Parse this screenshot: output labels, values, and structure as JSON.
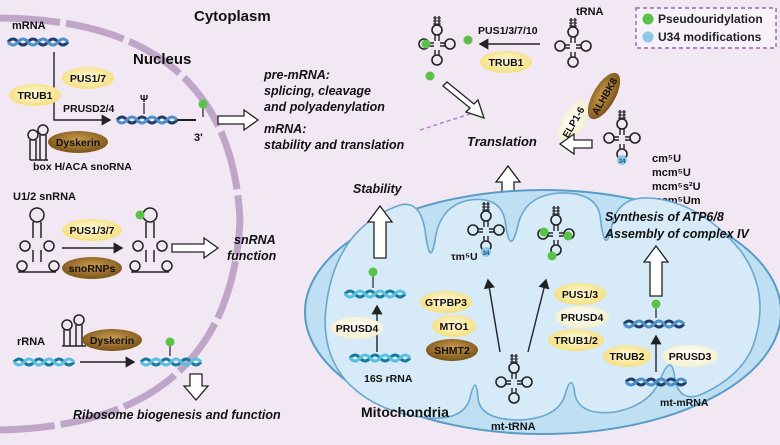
{
  "regions": {
    "cytoplasm": "Cytoplasm",
    "nucleus": "Nucleus",
    "mitochondria": "Mitochondria"
  },
  "legend": {
    "pseudouridylation": "Pseudouridylation",
    "u34": "U34 modifications",
    "pseudo_color": "#5cc247",
    "u34_color": "#8ec8e8"
  },
  "nucleus": {
    "mrna_label": "mRNA",
    "trub1": "TRUB1",
    "pus17": "PUS1/7",
    "prusd24": "PRUSD2/4",
    "psi_symbol": "Ψ",
    "three_prime": "3'",
    "dyskerin1": "Dyskerin",
    "snorna_label": "box H/ACA snoRNA",
    "u12_label": "U1/2 snRNA",
    "pus137": "PUS1/3/7",
    "snornps": "snoRNPs",
    "rrna_label": "rRNA",
    "dyskerin2": "Dyskerin"
  },
  "outcomes": {
    "premrna": [
      "pre-mRNA:",
      "splicing, cleavage",
      "and polyadenylation"
    ],
    "mrna": [
      "mRNA:",
      "stability and translation"
    ],
    "snrna": [
      "snRNA",
      "function"
    ],
    "ribosome": "Ribosome biogenesis and function",
    "translation": "Translation",
    "stability": "Stability",
    "atp": [
      "Synthesis of ATP6/8",
      "Assembly of complex IV"
    ]
  },
  "trna": {
    "label": "tRNA",
    "pus13710": "PUS1/3/7/10",
    "trub1": "TRUB1",
    "elp": "ELP1-6",
    "alkbh8": "ALHBK8",
    "mods": [
      "cm⁵U",
      "mcm⁵U",
      "mcm⁵s²U",
      "mcm⁵Um"
    ],
    "pos34": "34"
  },
  "mito": {
    "prusd4_left": "PRUSD4",
    "rrna16s": "16S rRNA",
    "gtpbp3": "GTPBP3",
    "mto1": "MTO1",
    "shmt2": "SHMT2",
    "tm5u": "τm⁵U",
    "pos34": "34",
    "pus13": "PUS1/3",
    "prusd4": "PRUSD4",
    "trub12": "TRUB1/2",
    "mttrna": "mt-tRNA",
    "trub2": "TRUB2",
    "prusd3": "PRUSD3",
    "mtmrna": "mt-mRNA"
  }
}
